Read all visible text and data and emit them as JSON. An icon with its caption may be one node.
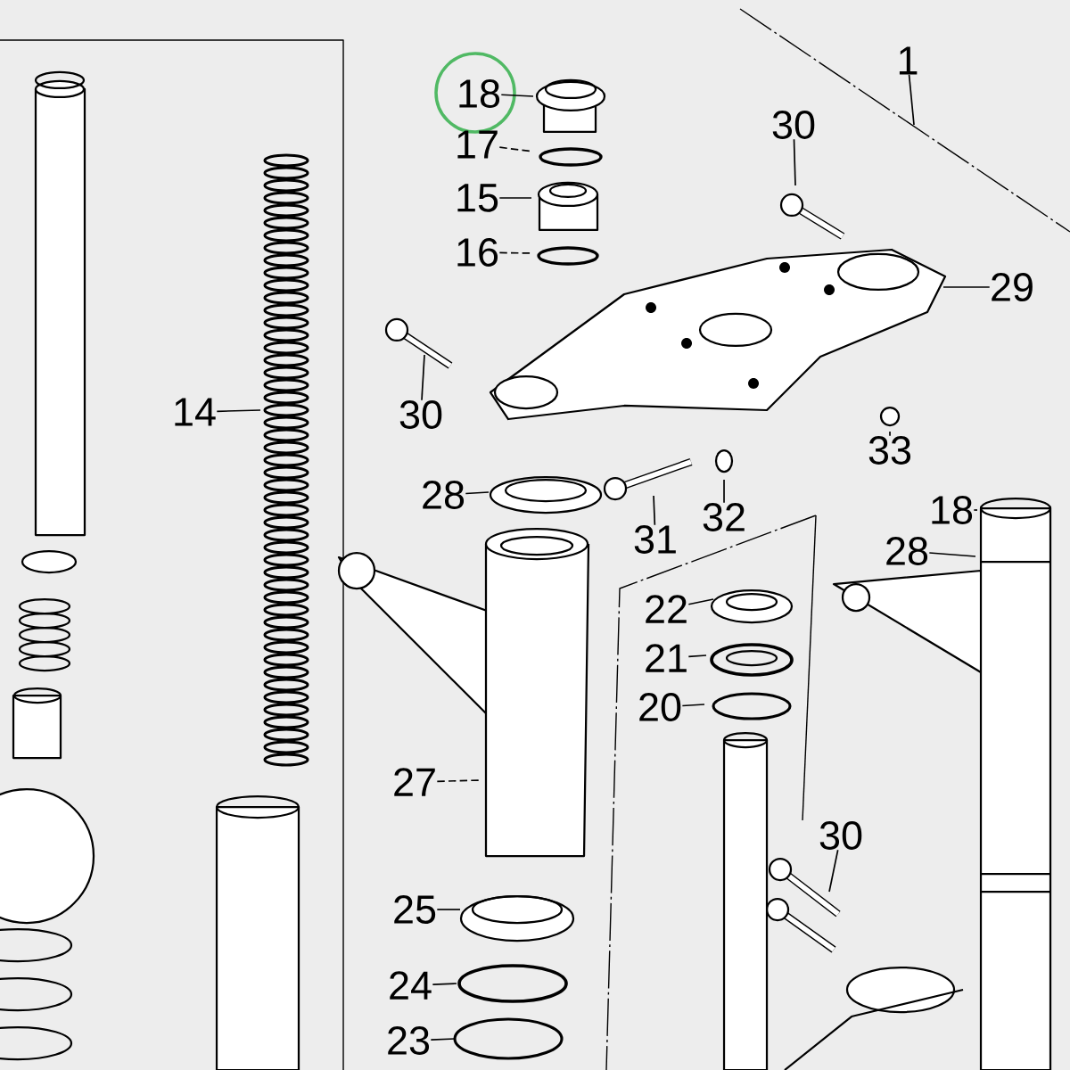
{
  "diagram": {
    "nodes": [
      {
        "text": [
          "1"
        ]
      },
      {
        "text": [
          "18"
        ]
      },
      {
        "text": [
          "30"
        ]
      },
      {
        "text": [
          "17"
        ]
      },
      {
        "text": [
          "15"
        ]
      },
      {
        "text": [
          "16"
        ]
      },
      {
        "text": [
          "29"
        ]
      },
      {
        "text": [
          "30"
        ]
      },
      {
        "text": [
          "14"
        ]
      },
      {
        "text": [
          "33"
        ]
      },
      {
        "text": [
          "28"
        ]
      },
      {
        "text": [
          "31"
        ]
      },
      {
        "text": [
          "32"
        ]
      },
      {
        "text": [
          "18"
        ]
      },
      {
        "text": [
          "28"
        ]
      },
      {
        "text": [
          "22"
        ]
      },
      {
        "text": [
          "21"
        ]
      },
      {
        "text": [
          "20"
        ]
      },
      {
        "text": [
          "27"
        ]
      },
      {
        "text": [
          "30"
        ]
      },
      {
        "text": [
          "25"
        ]
      },
      {
        "text": [
          "24"
        ]
      },
      {
        "text": [
          "23"
        ]
      }
    ],
    "edges": [
      {
        "from": 0,
        "to": null,
        "arrow": "none"
      },
      {
        "from": 1,
        "to": null,
        "arrow": "none"
      },
      {
        "from": 2,
        "to": null,
        "arrow": "none"
      },
      {
        "from": 3,
        "to": null,
        "arrow": "none",
        "style": "dashed"
      },
      {
        "from": 4,
        "to": null,
        "arrow": "none"
      },
      {
        "from": 5,
        "to": null,
        "arrow": "none",
        "style": "dashed"
      },
      {
        "from": 6,
        "to": null,
        "arrow": "none"
      },
      {
        "from": 7,
        "to": null,
        "arrow": "none"
      },
      {
        "from": 8,
        "to": null,
        "arrow": "none"
      },
      {
        "from": 9,
        "to": null,
        "arrow": "none"
      },
      {
        "from": 10,
        "to": null,
        "arrow": "none"
      },
      {
        "from": 11,
        "to": null,
        "arrow": "none"
      },
      {
        "from": 12,
        "to": null,
        "arrow": "none"
      },
      {
        "from": 13,
        "to": null,
        "arrow": "none"
      },
      {
        "from": 14,
        "to": null,
        "arrow": "none"
      },
      {
        "from": 15,
        "to": null,
        "arrow": "none"
      },
      {
        "from": 16,
        "to": null,
        "arrow": "none"
      },
      {
        "from": 17,
        "to": null,
        "arrow": "none"
      },
      {
        "from": 18,
        "to": null,
        "arrow": "none",
        "style": "dashed"
      },
      {
        "from": 19,
        "to": null,
        "arrow": "none"
      },
      {
        "from": 20,
        "to": null,
        "arrow": "none"
      },
      {
        "from": 21,
        "to": null,
        "arrow": "none"
      },
      {
        "from": 22,
        "to": null,
        "arrow": "none"
      }
    ]
  }
}
